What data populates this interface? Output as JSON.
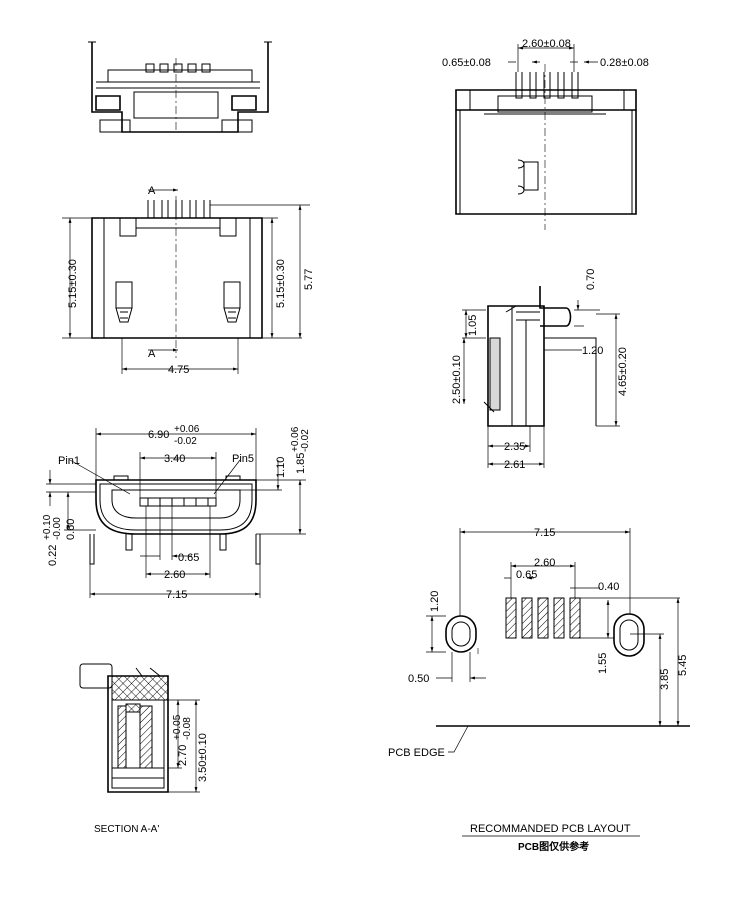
{
  "views": {
    "front_top": {},
    "side": {
      "section_marker": "A",
      "dims": {
        "height_left": "5.15±0.30",
        "height_right": "5.15±0.30",
        "height_total": "5.77",
        "width": "4.75"
      }
    },
    "face": {
      "pin1": "Pin1",
      "pin5": "Pin5",
      "dims": {
        "width_top_main": "6.90",
        "width_top_tol_plus": "+0.06",
        "width_top_tol_minus": "-0.02",
        "pin_span": "3.40",
        "height_main": "1.85",
        "height_tol_plus": "+0.06",
        "height_tol_minus": "-0.02",
        "slot_height": "1.10",
        "left_offset_main": "0.22",
        "left_offset_tol_plus": "+0.10",
        "left_offset_tol_minus": "-0.00",
        "left_height": "0.60",
        "pitch": "0.65",
        "pin_span_bottom": "2.60",
        "width_total": "7.15"
      }
    },
    "section": {
      "caption": "SECTION A-A'",
      "dims": {
        "inner_height_main": "2.70",
        "inner_height_tol_plus": "+0.05",
        "inner_height_tol_minus": "-0.08",
        "outer_height": "3.50±0.10"
      }
    },
    "top_right": {
      "dims": {
        "pin_span": "2.60±0.08",
        "pitch": "0.65±0.08",
        "pin_width": "0.28±0.08"
      }
    },
    "side_right": {
      "dims": {
        "pin_thickness": "0.70",
        "upper": "1.05",
        "inner": "2.50±0.10",
        "lip": "1.20",
        "height": "4.65±0.20",
        "depth_inner": "2.35",
        "depth_outer": "2.61"
      }
    },
    "pcb_layout": {
      "width_total": "7.15",
      "pad_span": "2.60",
      "pad_pitch": "0.65",
      "pad_width": "0.40",
      "hole_height": "1.20",
      "hole_width": "0.50",
      "pad_height": "1.55",
      "to_edge_inner": "3.85",
      "to_edge_outer": "5.45",
      "edge_label": "PCB EDGE",
      "caption": "RECOMMANDED PCB LAYOUT",
      "caption_cn": "PCB图仅供参考"
    }
  }
}
